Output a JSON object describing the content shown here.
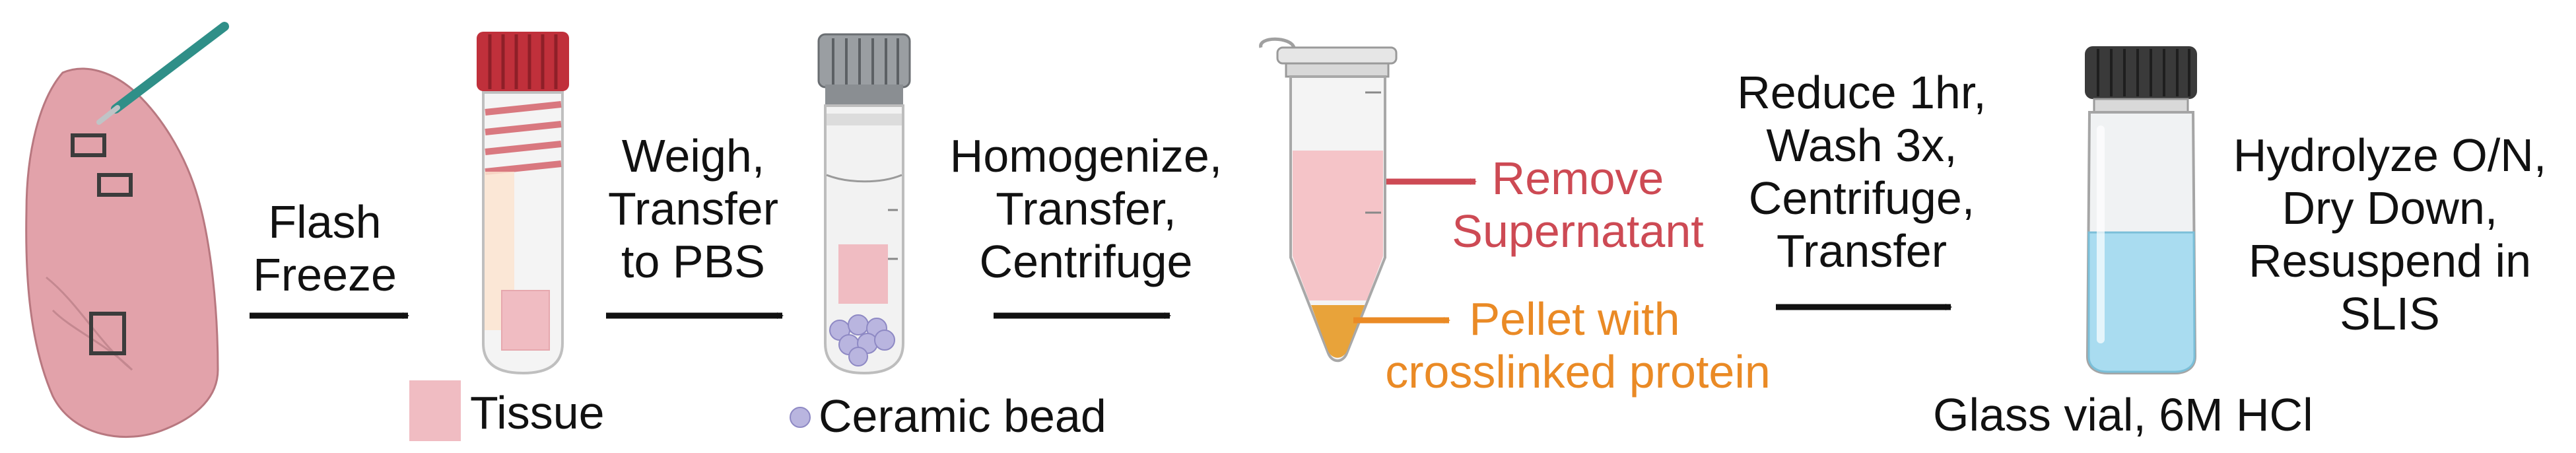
{
  "steps": {
    "flash_freeze": [
      "Flash",
      "Freeze"
    ],
    "weigh": [
      "Weigh,",
      "Transfer",
      "to PBS"
    ],
    "homogenize": [
      "Homogenize,",
      "Transfer,",
      "Centrifuge"
    ],
    "reduce": [
      "Reduce 1hr,",
      "Wash 3x,",
      "Centrifuge,",
      "Transfer"
    ],
    "hydrolyze": [
      "Hydrolyze O/N,",
      "Dry Down,",
      "Resuspend in",
      "SLIS"
    ]
  },
  "tube_labels": {
    "remove": [
      "Remove",
      "Supernatant"
    ],
    "pellet": [
      "Pellet with",
      "crosslinked protein"
    ]
  },
  "legend": {
    "tissue": "Tissue",
    "bead": "Ceramic bead",
    "vial": "Glass vial, 6M HCl"
  },
  "colors": {
    "lung": "#e2a2aa",
    "tissue": "#f0bcc2",
    "cap_red": "#c0303b",
    "bead": "#b9b5df",
    "liquid_blue": "#a9dcf0",
    "pellet": "#e8a33a",
    "remove_label": "#cd4a54",
    "pellet_label": "#ea8a25",
    "arrow": "#111111"
  }
}
